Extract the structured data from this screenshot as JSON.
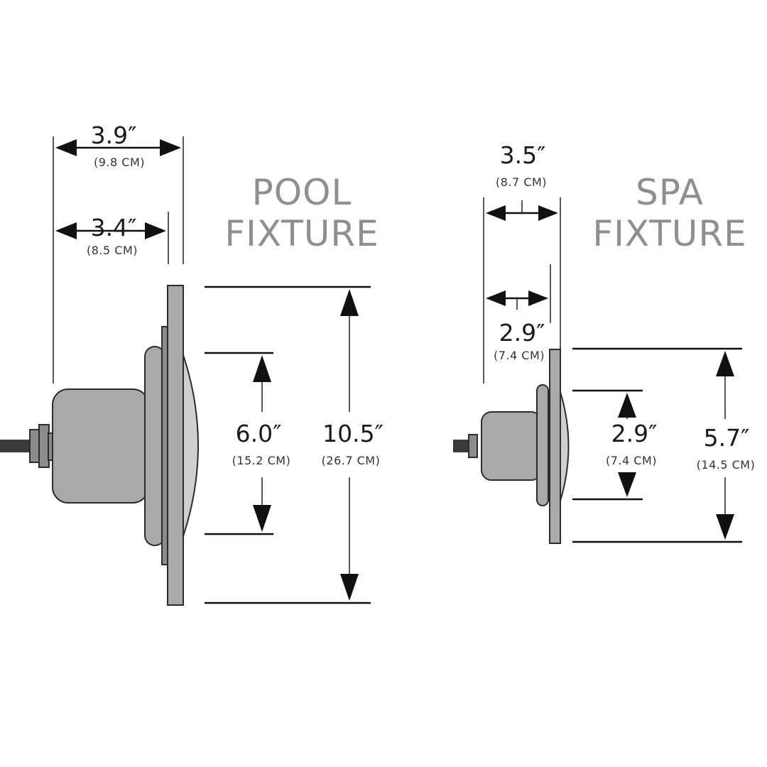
{
  "pool": {
    "title_line1": "POOL",
    "title_line2": "FIXTURE",
    "overall_depth": {
      "in": "3.9″",
      "cm": "(9.8 CM)"
    },
    "body_depth": {
      "in": "3.4″",
      "cm": "(8.5 CM)"
    },
    "lens_diameter": {
      "in": "6.0″",
      "cm": "(15.2 CM)"
    },
    "face_diameter": {
      "in": "10.5″",
      "cm": "(26.7 CM)"
    }
  },
  "spa": {
    "title_line1": "SPA",
    "title_line2": "FIXTURE",
    "overall_depth": {
      "in": "3.5″",
      "cm": "(8.7 CM)"
    },
    "body_depth": {
      "in": "2.9″",
      "cm": "(7.4 CM)"
    },
    "lens_diameter": {
      "in": "2.9″",
      "cm": "(7.4 CM)"
    },
    "face_diameter": {
      "in": "5.7″",
      "cm": "(14.5 CM)"
    }
  },
  "colors": {
    "title": "#8f8f8f",
    "lines": "#111111",
    "fixture": "#a9a9a9"
  }
}
